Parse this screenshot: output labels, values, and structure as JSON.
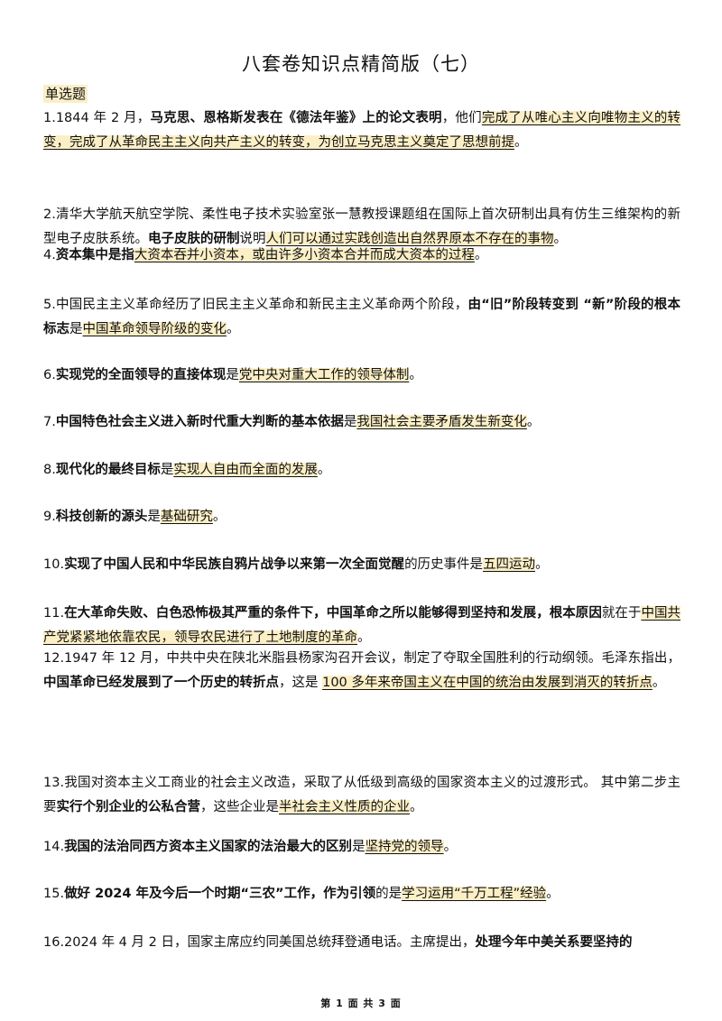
{
  "title": "八套卷知识点精简版（七）",
  "section_label": "单选题",
  "questions": [
    {
      "segments": [
        {
          "text": "1.1844 年 2 月，",
          "style": "plain"
        },
        {
          "text": "马克思、恩格斯发表在《德法年鉴》上的论文表明",
          "style": "bold"
        },
        {
          "text": "，他们",
          "style": "plain"
        },
        {
          "text": "完成了从唯心主义向唯物主义的转变，完成了从革命民主主义向共产主义的转变，为创立马克思主义奠定了思想前提",
          "style": "hl"
        },
        {
          "text": "。",
          "style": "plain"
        }
      ]
    },
    {
      "segments": [
        {
          "text": "2.清华大学航天航空学院、柔性电子技术实验室张一慧教授课题组在国际上首次研制出具有仿生三维架构的新型电子皮肤系统。",
          "style": "plain"
        },
        {
          "text": "电子皮肤的研制",
          "style": "bold"
        },
        {
          "text": "说明",
          "style": "plain"
        },
        {
          "text": "人们可以通过实践创造出自然界原本不存在的事物",
          "style": "hl"
        },
        {
          "text": "。",
          "style": "plain"
        }
      ]
    },
    {
      "segments": [
        {
          "text": "4.",
          "style": "plain"
        },
        {
          "text": "资本集中是指",
          "style": "bold"
        },
        {
          "text": "大资本吞并小资本，或由许多小资本合并而成大资本的过程",
          "style": "hl"
        },
        {
          "text": "。",
          "style": "plain"
        }
      ]
    },
    {
      "segments": [
        {
          "text": "5.中国民主主义革命经历了旧民主主义革命和新民主主义革命两个阶段，",
          "style": "plain"
        },
        {
          "text": "由“旧”阶段转变到 “新”阶段的根本标志",
          "style": "bold"
        },
        {
          "text": "是",
          "style": "plain"
        },
        {
          "text": "中国革命领导阶级的变化",
          "style": "hl"
        },
        {
          "text": "。",
          "style": "plain"
        }
      ]
    },
    {
      "segments": [
        {
          "text": "6.",
          "style": "plain"
        },
        {
          "text": "实现党的全面领导的直接体现",
          "style": "bold"
        },
        {
          "text": "是",
          "style": "plain"
        },
        {
          "text": "党中央对重大工作的领导体制",
          "style": "hl"
        },
        {
          "text": "。",
          "style": "plain"
        }
      ]
    },
    {
      "segments": [
        {
          "text": "7.",
          "style": "plain"
        },
        {
          "text": "中国特色社会主义进入新时代重大判断的基本依据",
          "style": "bold"
        },
        {
          "text": "是",
          "style": "plain"
        },
        {
          "text": "我国社会主要矛盾发生新变化",
          "style": "hl"
        },
        {
          "text": "。",
          "style": "plain"
        }
      ]
    },
    {
      "segments": [
        {
          "text": "8.",
          "style": "plain"
        },
        {
          "text": "现代化的最终目标",
          "style": "bold"
        },
        {
          "text": "是",
          "style": "plain"
        },
        {
          "text": "实现人自由而全面的发展",
          "style": "hl"
        },
        {
          "text": "。",
          "style": "plain"
        }
      ]
    },
    {
      "segments": [
        {
          "text": "9.",
          "style": "plain"
        },
        {
          "text": "科技创新的源头",
          "style": "bold"
        },
        {
          "text": "是",
          "style": "plain"
        },
        {
          "text": "基础研究",
          "style": "hl"
        },
        {
          "text": "。",
          "style": "plain"
        }
      ]
    },
    {
      "segments": [
        {
          "text": "10.",
          "style": "plain"
        },
        {
          "text": "实现了中国人民和中华民族自鸦片战争以来第一次全面觉醒",
          "style": "bold"
        },
        {
          "text": "的历史事件是",
          "style": "plain"
        },
        {
          "text": "五四运动",
          "style": "hl"
        },
        {
          "text": "。",
          "style": "plain"
        }
      ]
    },
    {
      "segments": [
        {
          "text": "11.",
          "style": "plain"
        },
        {
          "text": "在大革命失败、白色恐怖极其严重的条件下，中国革命之所以能够得到坚持和发展，根本原因",
          "style": "bold"
        },
        {
          "text": "就在于",
          "style": "plain"
        },
        {
          "text": "中国共产党紧紧地依靠农民，领导农民进行了土地制度的革命",
          "style": "hl"
        },
        {
          "text": "。",
          "style": "plain"
        }
      ]
    },
    {
      "segments": [
        {
          "text": "12.1947 年 12 月，中共中央在陕北米脂县杨家沟召开会议，制定了夺取全国胜利的行动纲领。毛泽东指出，",
          "style": "plain"
        },
        {
          "text": "中国革命已经发展到了一个历史的转折点",
          "style": "bold"
        },
        {
          "text": "，这是 ",
          "style": "plain"
        },
        {
          "text": "100 多年来帝国主义在中国的统治由发展到消灭的转折点",
          "style": "hl"
        },
        {
          "text": "。",
          "style": "plain"
        }
      ]
    },
    {
      "segments": [
        {
          "text": "13.我国对资本主义工商业的社会主义改造，采取了从低级到高级的国家资本主义的过渡形式。 其中第二步主要",
          "style": "plain"
        },
        {
          "text": "实行个别企业的公私合营",
          "style": "bold"
        },
        {
          "text": "，这些企业是",
          "style": "plain"
        },
        {
          "text": "半社会主义性质的企业",
          "style": "hl"
        },
        {
          "text": "。",
          "style": "plain"
        }
      ]
    },
    {
      "segments": [
        {
          "text": "14.",
          "style": "plain"
        },
        {
          "text": "我国的法治同西方资本主义国家的法治最大的区别",
          "style": "bold"
        },
        {
          "text": "是",
          "style": "plain"
        },
        {
          "text": "坚持党的领导",
          "style": "hl"
        },
        {
          "text": "。",
          "style": "plain"
        }
      ]
    },
    {
      "segments": [
        {
          "text": "15.",
          "style": "plain"
        },
        {
          "text": "做好 2024 年及今后一个时期“三农”工作，作为引领",
          "style": "bold"
        },
        {
          "text": "的是",
          "style": "plain"
        },
        {
          "text": "学习运用“千万工程”经验",
          "style": "hl"
        },
        {
          "text": "。",
          "style": "plain"
        }
      ]
    },
    {
      "segments": [
        {
          "text": "16.2024 年 4 月 2 日，国家主席应约同美国总统拜登通电话。主席提出，",
          "style": "plain"
        },
        {
          "text": "处理今年中美关系要坚持的",
          "style": "bold"
        }
      ]
    }
  ],
  "footer": "第 1 面 共 3 面"
}
